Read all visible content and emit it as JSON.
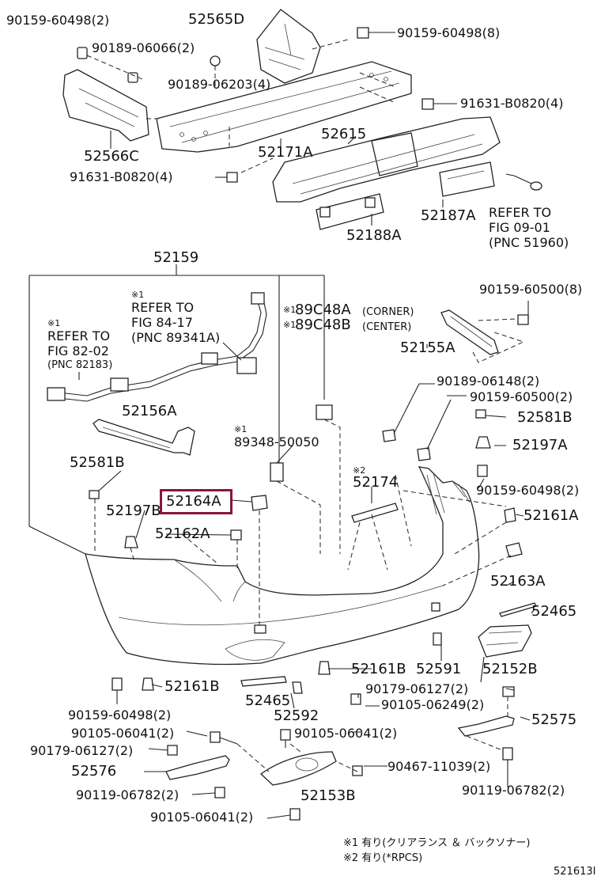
{
  "diagram": {
    "highlight_color": "#8a1538",
    "highlighted_part": "52164A",
    "labels": {
      "l01": "90159-60498(2)",
      "l02": "52565D",
      "l03": "90159-60498(8)",
      "l04": "90189-06066(2)",
      "l05": "90189-06203(4)",
      "l06": "91631-B0820(4)",
      "l07": "52566C",
      "l08": "52171A",
      "l09": "52615",
      "l10": "91631-B0820(4)",
      "l11": "52187A",
      "l12": "REFER TO",
      "l13": "FIG 09-01",
      "l14": "(PNC 51960)",
      "l15": "52188A",
      "l16": "52159",
      "l17": "90159-60500(8)",
      "l18": "※1",
      "l19": "REFER TO",
      "l20": "FIG 84-17",
      "l21": "(PNC 89341A)",
      "l22": "※1",
      "l23": "89C48A",
      "l24": "(CORNER)",
      "l25": "※1",
      "l26": "89C48B",
      "l27": "(CENTER)",
      "l28": "52155A",
      "l29": "※1",
      "l30": "REFER TO",
      "l31": "FIG 82-02",
      "l32": "(PNC 82183)",
      "l33": "90189-06148(2)",
      "l34": "90159-60500(2)",
      "l35": "52156A",
      "l36": "52581B",
      "l37": "※1",
      "l38": "89348-50050",
      "l39": "52197A",
      "l40": "52581B",
      "l41": "※2",
      "l42": "52174",
      "l43": "90159-60498(2)",
      "l44": "52164A",
      "l45": "52197B",
      "l46": "52161A",
      "l47": "52162A",
      "l48": "52163A",
      "l49": "52465",
      "l50": "52161B",
      "l51": "52591",
      "l52": "52152B",
      "l53": "52161B",
      "l54": "52465",
      "l55": "90179-06127(2)",
      "l56": "90105-06249(2)",
      "l57": "90159-60498(2)",
      "l58": "52592",
      "l59": "52575",
      "l60": "90105-06041(2)",
      "l61": "90105-06041(2)",
      "l62": "90179-06127(2)",
      "l63": "90467-11039(2)",
      "l64": "52576",
      "l65": "90119-06782(2)",
      "l66": "52153B",
      "l67": "90119-06782(2)",
      "l68": "90105-06041(2)"
    },
    "notes": {
      "note1": "※1 有り(クリアランス ＆ バックソナー)",
      "note2": "※2 有り(*RPCS)"
    },
    "figure_code": "521613I"
  }
}
